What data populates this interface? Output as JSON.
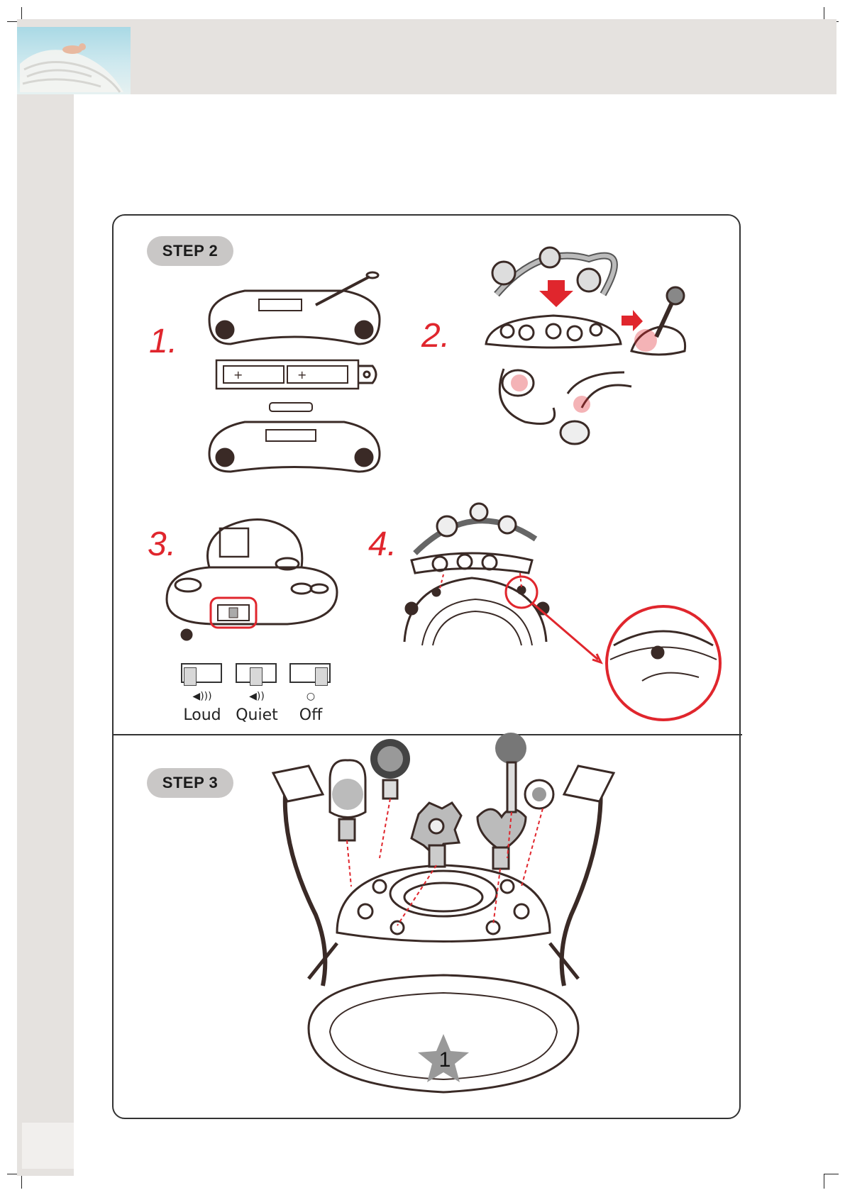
{
  "steps": {
    "step2": {
      "label": "STEP 2",
      "substeps": [
        {
          "number": "1."
        },
        {
          "number": "2."
        },
        {
          "number": "3."
        },
        {
          "number": "4."
        }
      ],
      "sound_switch": {
        "positions": [
          {
            "label": "Loud",
            "icon": "speaker-loud-icon"
          },
          {
            "label": "Quiet",
            "icon": "speaker-quiet-icon"
          },
          {
            "label": "Off",
            "icon": "off-circle-icon"
          }
        ]
      }
    },
    "step3": {
      "label": "STEP 3",
      "star_number": "1"
    }
  },
  "colors": {
    "accent_red": "#e0262d",
    "pill_gray": "#c9c7c6",
    "band_gray": "#e5e2df",
    "line": "#3a2a26"
  }
}
